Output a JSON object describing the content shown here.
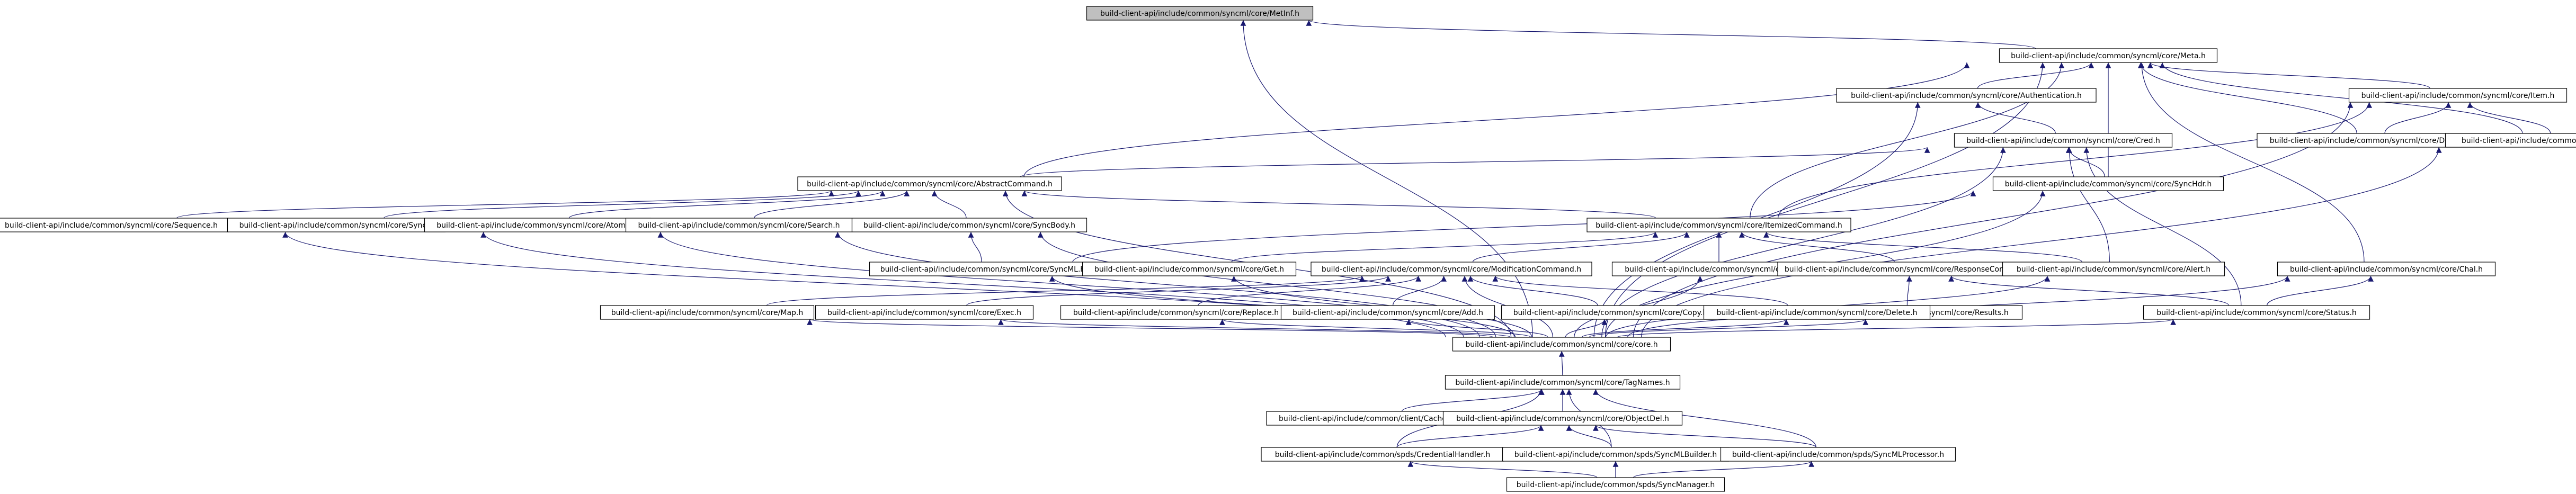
{
  "graph": {
    "title": "",
    "nodes": [
      {
        "id": "metinf",
        "label": "build-client-api/include/common/syncml/core/MetInf.h",
        "root": true
      },
      {
        "id": "meta",
        "label": "build-client-api/include/common/syncml/core/Meta.h"
      },
      {
        "id": "auth",
        "label": "build-client-api/include/common/syncml/core/Authentication.h"
      },
      {
        "id": "item",
        "label": "build-client-api/include/common/syncml/core/Item.h"
      },
      {
        "id": "cred",
        "label": "build-client-api/include/common/syncml/core/Cred.h"
      },
      {
        "id": "devinf",
        "label": "build-client-api/include/common/syncml/core/DevInfItem.h"
      },
      {
        "id": "filter",
        "label": "build-client-api/include/common/syncml/core/Filter.h"
      },
      {
        "id": "abscmd",
        "label": "build-client-api/include/common/syncml/core/AbstractCommand.h"
      },
      {
        "id": "synchdr",
        "label": "build-client-api/include/common/syncml/core/SyncHdr.h"
      },
      {
        "id": "seq",
        "label": "build-client-api/include/common/syncml/core/Sequence.h"
      },
      {
        "id": "sync",
        "label": "build-client-api/include/common/syncml/core/Sync.h"
      },
      {
        "id": "atomic",
        "label": "build-client-api/include/common/syncml/core/Atomic.h"
      },
      {
        "id": "search",
        "label": "build-client-api/include/common/syncml/core/Search.h"
      },
      {
        "id": "syncbody",
        "label": "build-client-api/include/common/syncml/core/SyncBody.h"
      },
      {
        "id": "itemcmd",
        "label": "build-client-api/include/common/syncml/core/ItemizedCommand.h"
      },
      {
        "id": "syncml",
        "label": "build-client-api/include/common/syncml/core/SyncML.h"
      },
      {
        "id": "get",
        "label": "build-client-api/include/common/syncml/core/Get.h"
      },
      {
        "id": "modcmd",
        "label": "build-client-api/include/common/syncml/core/ModificationCommand.h"
      },
      {
        "id": "put",
        "label": "build-client-api/include/common/syncml/core/Put.h"
      },
      {
        "id": "respcmd",
        "label": "build-client-api/include/common/syncml/core/ResponseCommand.h"
      },
      {
        "id": "alert",
        "label": "build-client-api/include/common/syncml/core/Alert.h"
      },
      {
        "id": "chal",
        "label": "build-client-api/include/common/syncml/core/Chal.h"
      },
      {
        "id": "map",
        "label": "build-client-api/include/common/syncml/core/Map.h"
      },
      {
        "id": "exec",
        "label": "build-client-api/include/common/syncml/core/Exec.h"
      },
      {
        "id": "replace",
        "label": "build-client-api/include/common/syncml/core/Replace.h"
      },
      {
        "id": "add",
        "label": "build-client-api/include/common/syncml/core/Add.h"
      },
      {
        "id": "copy",
        "label": "build-client-api/include/common/syncml/core/Copy.h"
      },
      {
        "id": "results",
        "label": "build-client-api/include/common/syncml/core/Results.h"
      },
      {
        "id": "status",
        "label": "build-client-api/include/common/syncml/core/Status.h"
      },
      {
        "id": "delete",
        "label": "build-client-api/include/common/syncml/core/Delete.h"
      },
      {
        "id": "core",
        "label": "build-client-api/include/common/syncml/core/core.h"
      },
      {
        "id": "tagnames",
        "label": "build-client-api/include/common/syncml/core/TagNames.h"
      },
      {
        "id": "cachess",
        "label": "build-client-api/include/common/client/CacheSyncSource.h"
      },
      {
        "id": "objdel",
        "label": "build-client-api/include/common/syncml/core/ObjectDel.h"
      },
      {
        "id": "credhandler",
        "label": "build-client-api/include/common/spds/CredentialHandler.h"
      },
      {
        "id": "smlbuilder",
        "label": "build-client-api/include/common/spds/SyncMLBuilder.h"
      },
      {
        "id": "smlproc",
        "label": "build-client-api/include/common/spds/SyncMLProcessor.h"
      },
      {
        "id": "syncmgr",
        "label": "build-client-api/include/common/spds/SyncManager.h"
      }
    ],
    "edges": [
      [
        "metinf",
        "meta"
      ],
      [
        "metinf",
        "core"
      ],
      [
        "meta",
        "abscmd"
      ],
      [
        "meta",
        "auth"
      ],
      [
        "meta",
        "item"
      ],
      [
        "meta",
        "synchdr"
      ],
      [
        "meta",
        "itemcmd"
      ],
      [
        "meta",
        "chal"
      ],
      [
        "meta",
        "filter"
      ],
      [
        "meta",
        "devinf"
      ],
      [
        "meta",
        "core"
      ],
      [
        "auth",
        "cred"
      ],
      [
        "auth",
        "core"
      ],
      [
        "item",
        "devinf"
      ],
      [
        "item",
        "filter"
      ],
      [
        "item",
        "itemcmd"
      ],
      [
        "item",
        "core"
      ],
      [
        "cred",
        "abscmd"
      ],
      [
        "cred",
        "synchdr"
      ],
      [
        "cred",
        "status"
      ],
      [
        "cred",
        "alert"
      ],
      [
        "cred",
        "core"
      ],
      [
        "filter",
        "core"
      ],
      [
        "abscmd",
        "seq"
      ],
      [
        "abscmd",
        "sync"
      ],
      [
        "abscmd",
        "atomic"
      ],
      [
        "abscmd",
        "search"
      ],
      [
        "abscmd",
        "syncbody"
      ],
      [
        "abscmd",
        "itemcmd"
      ],
      [
        "abscmd",
        "core"
      ],
      [
        "synchdr",
        "syncml"
      ],
      [
        "synchdr",
        "core"
      ],
      [
        "seq",
        "core"
      ],
      [
        "sync",
        "core"
      ],
      [
        "atomic",
        "core"
      ],
      [
        "search",
        "core"
      ],
      [
        "syncbody",
        "syncml"
      ],
      [
        "syncbody",
        "core"
      ],
      [
        "itemcmd",
        "get"
      ],
      [
        "itemcmd",
        "modcmd"
      ],
      [
        "itemcmd",
        "put"
      ],
      [
        "itemcmd",
        "respcmd"
      ],
      [
        "itemcmd",
        "alert"
      ],
      [
        "syncml",
        "core"
      ],
      [
        "get",
        "core"
      ],
      [
        "modcmd",
        "map"
      ],
      [
        "modcmd",
        "exec"
      ],
      [
        "modcmd",
        "replace"
      ],
      [
        "modcmd",
        "add"
      ],
      [
        "modcmd",
        "copy"
      ],
      [
        "modcmd",
        "delete"
      ],
      [
        "modcmd",
        "core"
      ],
      [
        "put",
        "core"
      ],
      [
        "respcmd",
        "results"
      ],
      [
        "respcmd",
        "status"
      ],
      [
        "alert",
        "core"
      ],
      [
        "chal",
        "status"
      ],
      [
        "chal",
        "core"
      ],
      [
        "map",
        "core"
      ],
      [
        "exec",
        "core"
      ],
      [
        "replace",
        "core"
      ],
      [
        "add",
        "core"
      ],
      [
        "copy",
        "core"
      ],
      [
        "delete",
        "core"
      ],
      [
        "results",
        "core"
      ],
      [
        "status",
        "core"
      ],
      [
        "core",
        "tagnames"
      ],
      [
        "tagnames",
        "cachess"
      ],
      [
        "tagnames",
        "objdel"
      ],
      [
        "tagnames",
        "credhandler"
      ],
      [
        "tagnames",
        "smlbuilder"
      ],
      [
        "tagnames",
        "smlproc"
      ],
      [
        "objdel",
        "credhandler"
      ],
      [
        "objdel",
        "smlbuilder"
      ],
      [
        "objdel",
        "smlproc"
      ],
      [
        "credhandler",
        "syncmgr"
      ],
      [
        "smlbuilder",
        "syncmgr"
      ],
      [
        "smlproc",
        "syncmgr"
      ]
    ]
  }
}
